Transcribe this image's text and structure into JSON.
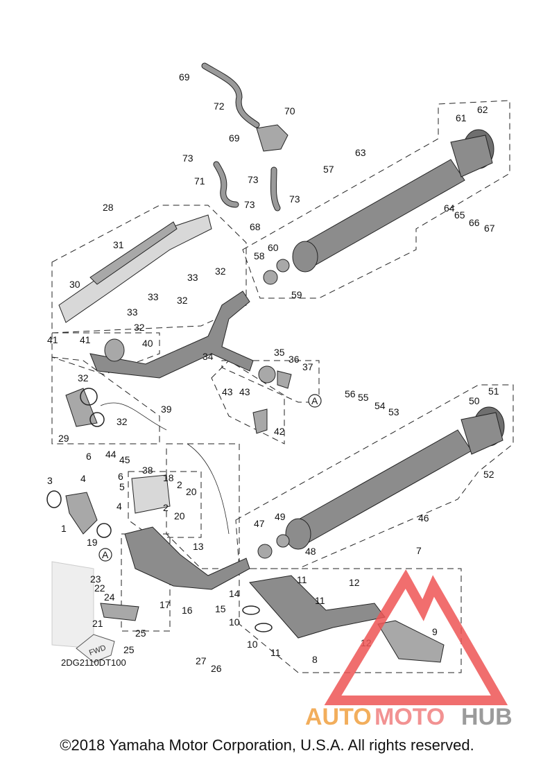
{
  "diagram": {
    "code": "2DG2110DT100",
    "fwd_label": "FWD",
    "section_label": "A",
    "callouts": [
      {
        "id": "69a",
        "label": "69"
      },
      {
        "id": "72",
        "label": "72"
      },
      {
        "id": "70",
        "label": "70"
      },
      {
        "id": "69b",
        "label": "69"
      },
      {
        "id": "73a",
        "label": "73"
      },
      {
        "id": "71",
        "label": "71"
      },
      {
        "id": "73b",
        "label": "73"
      },
      {
        "id": "73c",
        "label": "73"
      },
      {
        "id": "73d",
        "label": "73"
      },
      {
        "id": "68",
        "label": "68"
      },
      {
        "id": "62",
        "label": "62"
      },
      {
        "id": "61",
        "label": "61"
      },
      {
        "id": "63",
        "label": "63"
      },
      {
        "id": "57",
        "label": "57"
      },
      {
        "id": "64",
        "label": "64"
      },
      {
        "id": "65",
        "label": "65"
      },
      {
        "id": "66",
        "label": "66"
      },
      {
        "id": "67",
        "label": "67"
      },
      {
        "id": "28",
        "label": "28"
      },
      {
        "id": "31",
        "label": "31"
      },
      {
        "id": "32a",
        "label": "32"
      },
      {
        "id": "33a",
        "label": "33"
      },
      {
        "id": "30",
        "label": "30"
      },
      {
        "id": "33b",
        "label": "33"
      },
      {
        "id": "32b",
        "label": "32"
      },
      {
        "id": "33c",
        "label": "33"
      },
      {
        "id": "32c",
        "label": "32"
      },
      {
        "id": "58",
        "label": "58"
      },
      {
        "id": "60",
        "label": "60"
      },
      {
        "id": "59",
        "label": "59"
      },
      {
        "id": "41a",
        "label": "41"
      },
      {
        "id": "41b",
        "label": "41"
      },
      {
        "id": "40",
        "label": "40"
      },
      {
        "id": "32d",
        "label": "32"
      },
      {
        "id": "35",
        "label": "35"
      },
      {
        "id": "36",
        "label": "36"
      },
      {
        "id": "37",
        "label": "37"
      },
      {
        "id": "34",
        "label": "34"
      },
      {
        "id": "39",
        "label": "39"
      },
      {
        "id": "43a",
        "label": "43"
      },
      {
        "id": "43b",
        "label": "43"
      },
      {
        "id": "29",
        "label": "29"
      },
      {
        "id": "32e",
        "label": "32"
      },
      {
        "id": "42",
        "label": "42"
      },
      {
        "id": "56",
        "label": "56"
      },
      {
        "id": "55",
        "label": "55"
      },
      {
        "id": "54",
        "label": "54"
      },
      {
        "id": "53",
        "label": "53"
      },
      {
        "id": "50",
        "label": "50"
      },
      {
        "id": "51",
        "label": "51"
      },
      {
        "id": "44",
        "label": "44"
      },
      {
        "id": "45",
        "label": "45"
      },
      {
        "id": "38",
        "label": "38"
      },
      {
        "id": "6a",
        "label": "6"
      },
      {
        "id": "6b",
        "label": "6"
      },
      {
        "id": "4a",
        "label": "4"
      },
      {
        "id": "5",
        "label": "5"
      },
      {
        "id": "3",
        "label": "3"
      },
      {
        "id": "18",
        "label": "18"
      },
      {
        "id": "2a",
        "label": "2"
      },
      {
        "id": "20a",
        "label": "20"
      },
      {
        "id": "4b",
        "label": "4"
      },
      {
        "id": "2b",
        "label": "2"
      },
      {
        "id": "20b",
        "label": "20"
      },
      {
        "id": "1",
        "label": "1"
      },
      {
        "id": "19",
        "label": "19"
      },
      {
        "id": "52",
        "label": "52"
      },
      {
        "id": "46",
        "label": "46"
      },
      {
        "id": "47",
        "label": "47"
      },
      {
        "id": "49",
        "label": "49"
      },
      {
        "id": "13",
        "label": "13"
      },
      {
        "id": "48",
        "label": "48"
      },
      {
        "id": "7",
        "label": "7"
      },
      {
        "id": "23",
        "label": "23"
      },
      {
        "id": "22",
        "label": "22"
      },
      {
        "id": "11a",
        "label": "11"
      },
      {
        "id": "12a",
        "label": "12"
      },
      {
        "id": "14",
        "label": "14"
      },
      {
        "id": "24",
        "label": "24"
      },
      {
        "id": "15",
        "label": "15"
      },
      {
        "id": "11b",
        "label": "11"
      },
      {
        "id": "17",
        "label": "17"
      },
      {
        "id": "16",
        "label": "16"
      },
      {
        "id": "10a",
        "label": "10"
      },
      {
        "id": "21",
        "label": "21"
      },
      {
        "id": "25a",
        "label": "25"
      },
      {
        "id": "9",
        "label": "9"
      },
      {
        "id": "12b",
        "label": "12"
      },
      {
        "id": "10b",
        "label": "10"
      },
      {
        "id": "11c",
        "label": "11"
      },
      {
        "id": "25b",
        "label": "25"
      },
      {
        "id": "8",
        "label": "8"
      },
      {
        "id": "27",
        "label": "27"
      },
      {
        "id": "26",
        "label": "26"
      }
    ]
  },
  "watermark": {
    "text_part1": "AUTO",
    "text_part2": "MOTO",
    "text_part3": "HUB",
    "color1": "#f0a040",
    "color2": "#f08080",
    "color3": "#8a8a8a",
    "logo_color": "#ee5555"
  },
  "copyright": "©2018 Yamaha Motor Corporation, U.S.A. All rights reserved."
}
